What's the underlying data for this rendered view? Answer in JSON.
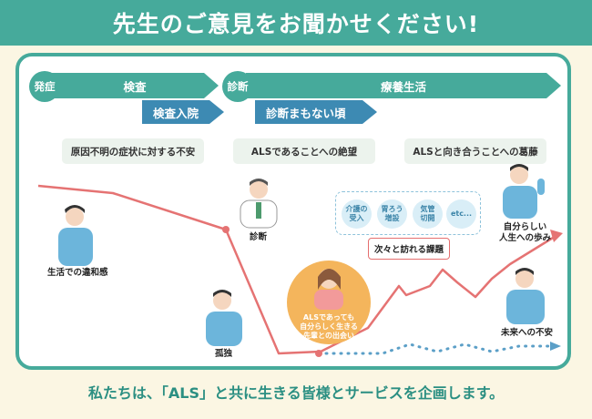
{
  "header": {
    "title": "先生のご意見をお聞かせください!"
  },
  "footer": {
    "text": "私たちは、「ALS」と共に生きる皆様とサービスを企画します。"
  },
  "timeline": {
    "onset": "発症",
    "exam": "検査",
    "admission": "検査入院",
    "diagnosis": "診断",
    "care": "療養生活",
    "soon_after": "診断まもない頃"
  },
  "feelings": {
    "anxiety": "原因不明の症状に対する不安",
    "despair": "ALSであることへの絶望",
    "conflict": "ALSと向き合うことへの葛藤"
  },
  "figures": {
    "discomfort": "生活での違和感",
    "diagnosis": "診断",
    "isolation": "孤独",
    "future_anxiety": "未来への不安",
    "own_path": "自分らしい\n人生への歩み"
  },
  "issues": {
    "items": [
      "介護の\n受入",
      "胃ろう\n増設",
      "気管\n切開",
      "etc..."
    ],
    "label": "次々と訪れる課題"
  },
  "meeting": {
    "text": "ALSであっても\n自分らしく生きる\n先輩との出会い"
  },
  "colors": {
    "teal": "#46aa9b",
    "blue": "#3d8ab3",
    "line_red": "#e57373",
    "line_blue": "#5b9fc7",
    "orange": "#f4b55c"
  }
}
